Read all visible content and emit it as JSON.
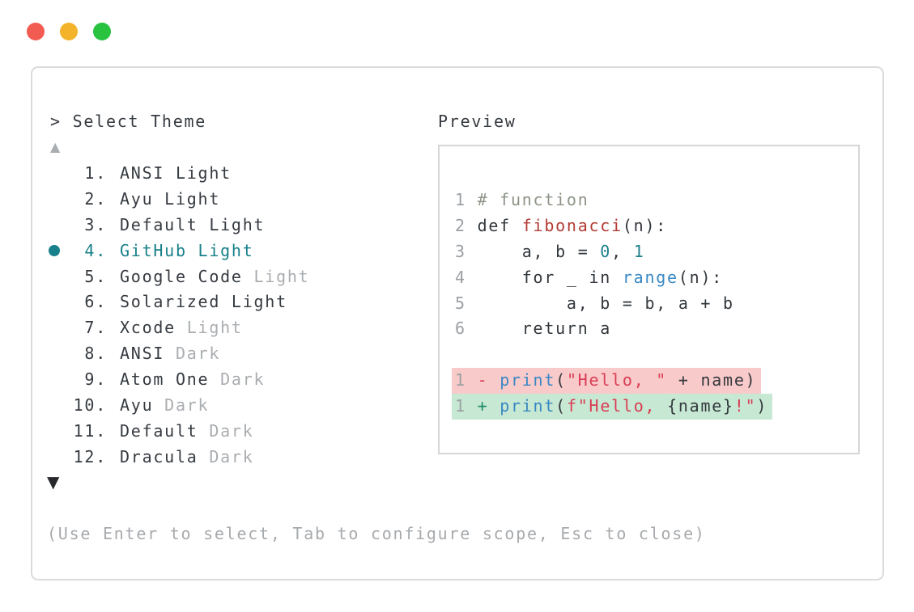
{
  "colors": {
    "accent_teal": "#18808a",
    "list_dark": "#363b41",
    "muted_gray": "#aaadb0",
    "hint_gray": "#a7aaad",
    "line_number_gray": "#9ba0a4",
    "code_dark": "#33383d",
    "comment_sage": "#8d9487",
    "token_red": "#b23c35",
    "token_blue": "#3988c4",
    "token_teal": "#1d808c",
    "token_crimson": "#d93d55",
    "token_green": "#1d8a66",
    "diff_red_bg": "#f9caca",
    "diff_green_bg": "#c7e8d2",
    "panel_border": "#dbdbdb",
    "preview_border": "#d6d6d6",
    "traffic_red": "#f15b51",
    "traffic_yellow": "#f3b32b",
    "traffic_green": "#29c340"
  },
  "window": {
    "controls": [
      "close",
      "minimize",
      "zoom"
    ]
  },
  "theme_picker": {
    "prompt": "> Select Theme",
    "scroll_up_glyph": "▲",
    "scroll_down_glyph": "▼",
    "hint": "(Use Enter to select, Tab to configure scope, Esc to close)",
    "items": [
      {
        "number": "1.",
        "name": "ANSI",
        "variant": "Light",
        "muted_variant": false,
        "selected": false
      },
      {
        "number": "2.",
        "name": "Ayu",
        "variant": "Light",
        "muted_variant": false,
        "selected": false
      },
      {
        "number": "3.",
        "name": "Default",
        "variant": "Light",
        "muted_variant": false,
        "selected": false
      },
      {
        "number": "4.",
        "name": "GitHub",
        "variant": "Light",
        "muted_variant": false,
        "selected": true
      },
      {
        "number": "5.",
        "name": "Google Code",
        "variant": "Light",
        "muted_variant": true,
        "selected": false
      },
      {
        "number": "6.",
        "name": "Solarized",
        "variant": "Light",
        "muted_variant": false,
        "selected": false
      },
      {
        "number": "7.",
        "name": "Xcode",
        "variant": "Light",
        "muted_variant": true,
        "selected": false
      },
      {
        "number": "8.",
        "name": "ANSI",
        "variant": "Dark",
        "muted_variant": true,
        "selected": false
      },
      {
        "number": "9.",
        "name": "Atom One",
        "variant": "Dark",
        "muted_variant": true,
        "selected": false
      },
      {
        "number": "10.",
        "name": "Ayu",
        "variant": "Dark",
        "muted_variant": true,
        "selected": false
      },
      {
        "number": "11.",
        "name": "Default",
        "variant": "Dark",
        "muted_variant": true,
        "selected": false
      },
      {
        "number": "12.",
        "name": "Dracula",
        "variant": "Dark",
        "muted_variant": true,
        "selected": false
      }
    ]
  },
  "preview": {
    "title": "Preview",
    "lines": [
      {
        "num": "1",
        "bg": null,
        "tokens": [
          {
            "t": "# function",
            "c": "comment"
          }
        ]
      },
      {
        "num": "2",
        "bg": null,
        "tokens": [
          {
            "t": "def ",
            "c": "plain"
          },
          {
            "t": "fibonacci",
            "c": "red"
          },
          {
            "t": "(n):",
            "c": "plain"
          }
        ]
      },
      {
        "num": "3",
        "bg": null,
        "tokens": [
          {
            "t": "    a, b = ",
            "c": "plain"
          },
          {
            "t": "0",
            "c": "teal"
          },
          {
            "t": ", ",
            "c": "plain"
          },
          {
            "t": "1",
            "c": "teal"
          }
        ]
      },
      {
        "num": "4",
        "bg": null,
        "tokens": [
          {
            "t": "    for _ in ",
            "c": "plain"
          },
          {
            "t": "range",
            "c": "blue"
          },
          {
            "t": "(n):",
            "c": "plain"
          }
        ]
      },
      {
        "num": "5",
        "bg": null,
        "tokens": [
          {
            "t": "        a, b = b, a + b",
            "c": "plain"
          }
        ]
      },
      {
        "num": "6",
        "bg": null,
        "tokens": [
          {
            "t": "    return a",
            "c": "plain"
          }
        ]
      },
      {
        "num": "",
        "bg": null,
        "tokens": []
      },
      {
        "num": "1",
        "bg": "removed",
        "tokens": [
          {
            "t": "- ",
            "c": "crimson"
          },
          {
            "t": "print",
            "c": "blue"
          },
          {
            "t": "(",
            "c": "plain"
          },
          {
            "t": "\"Hello, \"",
            "c": "crimson"
          },
          {
            "t": " + name)",
            "c": "plain"
          }
        ]
      },
      {
        "num": "1",
        "bg": "added",
        "tokens": [
          {
            "t": "+ ",
            "c": "green"
          },
          {
            "t": "print",
            "c": "blue"
          },
          {
            "t": "(",
            "c": "plain"
          },
          {
            "t": "f\"Hello, ",
            "c": "crimson"
          },
          {
            "t": "{name}",
            "c": "plain"
          },
          {
            "t": "!\"",
            "c": "crimson"
          },
          {
            "t": ")",
            "c": "plain"
          }
        ]
      }
    ]
  }
}
